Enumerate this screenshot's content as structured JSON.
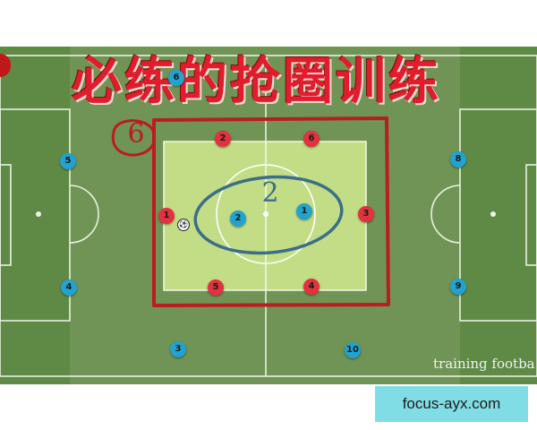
{
  "headline": "必练的抢圈训练",
  "annotations": {
    "red_count": "6",
    "blue_count": "2"
  },
  "colors": {
    "pitch": "#5f8a45",
    "drill_zone": "#c9e38b",
    "red_team": "#e2323f",
    "blue_team": "#22a3cf",
    "circle_red": "#b81d22",
    "circle_blue": "#3c6f86",
    "stamp": "#80dde5"
  },
  "red_players": [
    "1",
    "2",
    "6",
    "3",
    "5",
    "4"
  ],
  "blue_inner": [
    "2",
    "1"
  ],
  "blue_outer": [
    "6",
    "5",
    "4",
    "8",
    "9",
    "3",
    "10"
  ],
  "ball_icon": "soccer-ball-icon",
  "watermark": "training footba",
  "site_stamp": "focus-ayx.com"
}
